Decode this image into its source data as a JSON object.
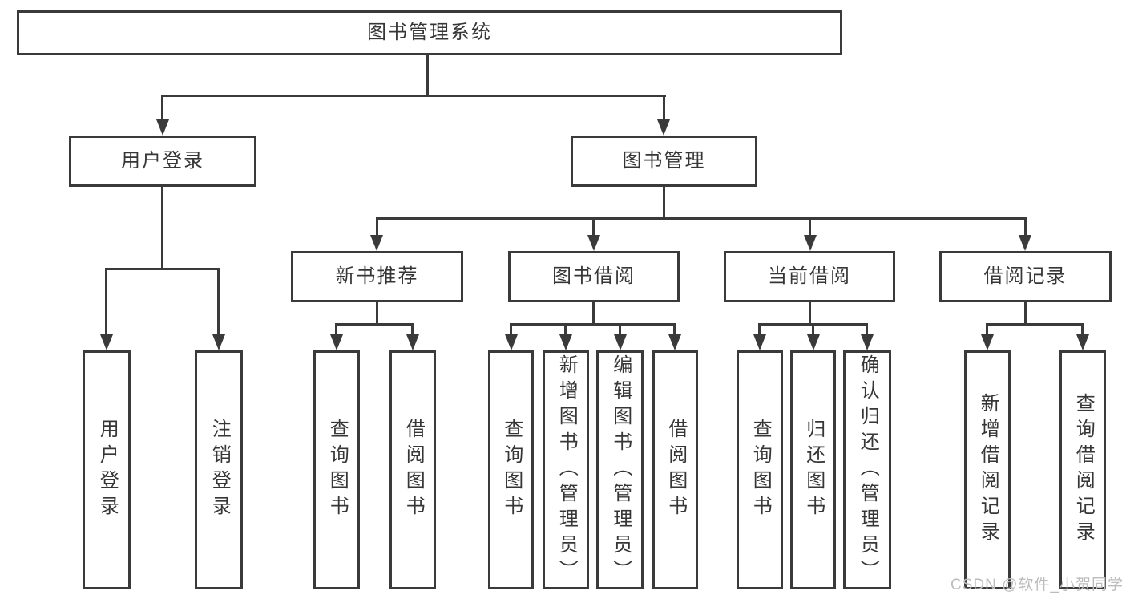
{
  "colors": {
    "line": "#3a3a3a",
    "text": "#363636",
    "box-bg": "#ffffff",
    "page-bg": "#ffffff",
    "watermark": "#bcbcbc"
  },
  "watermark": "CSDN @软件_小贺同学",
  "tree": {
    "label": "图书管理系统",
    "children": [
      {
        "label": "用户登录",
        "children": [
          {
            "label": "用户登录"
          },
          {
            "label": "注销登录"
          }
        ]
      },
      {
        "label": "图书管理",
        "children": [
          {
            "label": "新书推荐",
            "children": [
              {
                "label": "查询图书"
              },
              {
                "label": "借阅图书"
              }
            ]
          },
          {
            "label": "图书借阅",
            "children": [
              {
                "label": "查询图书"
              },
              {
                "label": "新增图书（管理员）"
              },
              {
                "label": "编辑图书（管理员）"
              },
              {
                "label": "借阅图书"
              }
            ]
          },
          {
            "label": "当前借阅",
            "children": [
              {
                "label": "查询图书"
              },
              {
                "label": "归还图书"
              },
              {
                "label": "确认归还（管理员）"
              }
            ]
          },
          {
            "label": "借阅记录",
            "children": [
              {
                "label": "新增借阅记录"
              },
              {
                "label": "查询借阅记录"
              }
            ]
          }
        ]
      }
    ]
  }
}
